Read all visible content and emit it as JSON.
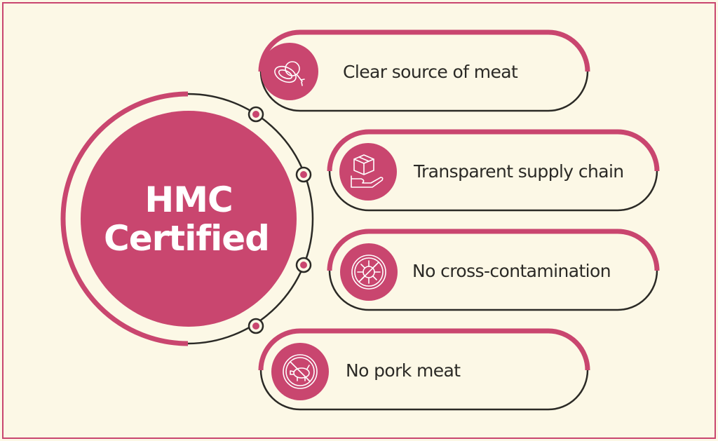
{
  "center": {
    "line1": "HMC",
    "line2": "Certified"
  },
  "features": [
    {
      "label": "Clear source of meat",
      "icon": "meat-icon"
    },
    {
      "label": "Transparent supply chain",
      "icon": "box-in-hand-icon"
    },
    {
      "label": "No cross-contamination",
      "icon": "no-germ-icon"
    },
    {
      "label": "No pork meat",
      "icon": "no-pork-icon"
    }
  ],
  "colors": {
    "accent": "#c9466f",
    "dark": "#2b2a26",
    "background": "#fcf8e6"
  }
}
